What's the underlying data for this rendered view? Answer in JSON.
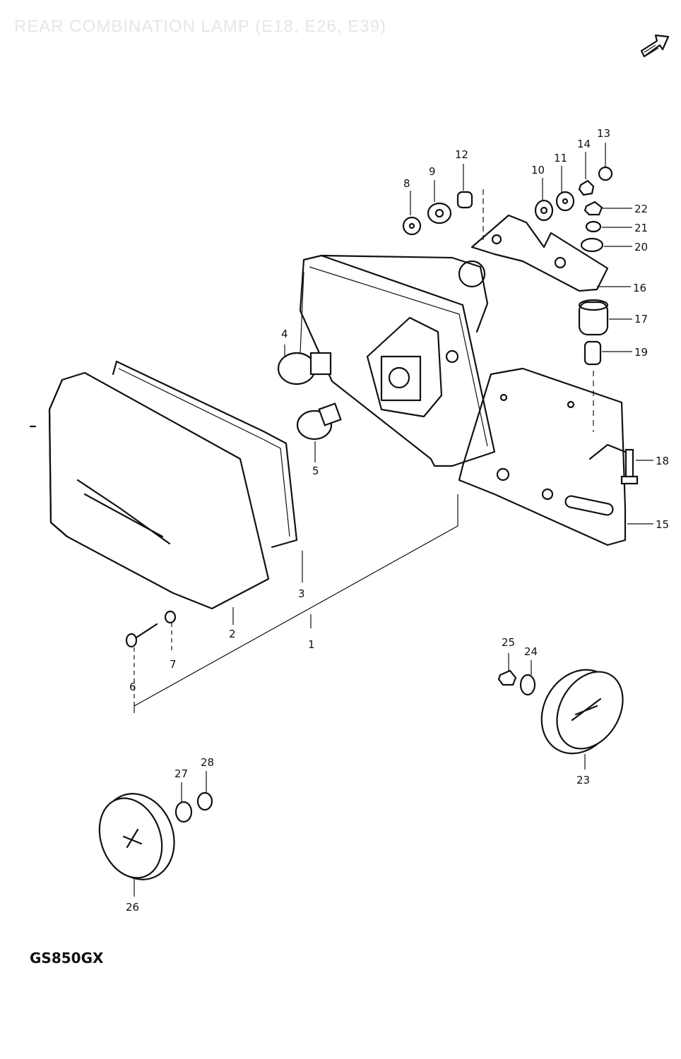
{
  "diagram": {
    "title": "REAR COMBINATION LAMP (E18, E26, E39)",
    "model": "GS850GX",
    "parts": [
      {
        "id": "1"
      },
      {
        "id": "2"
      },
      {
        "id": "3"
      },
      {
        "id": "4"
      },
      {
        "id": "5"
      },
      {
        "id": "6"
      },
      {
        "id": "7"
      },
      {
        "id": "8"
      },
      {
        "id": "9"
      },
      {
        "id": "10"
      },
      {
        "id": "11"
      },
      {
        "id": "12"
      },
      {
        "id": "13"
      },
      {
        "id": "14"
      },
      {
        "id": "15"
      },
      {
        "id": "16"
      },
      {
        "id": "17"
      },
      {
        "id": "18"
      },
      {
        "id": "19"
      },
      {
        "id": "20"
      },
      {
        "id": "21"
      },
      {
        "id": "22"
      },
      {
        "id": "23"
      },
      {
        "id": "24"
      },
      {
        "id": "25"
      },
      {
        "id": "26"
      },
      {
        "id": "27"
      },
      {
        "id": "28"
      }
    ],
    "icon": "front-direction-arrow-icon"
  }
}
